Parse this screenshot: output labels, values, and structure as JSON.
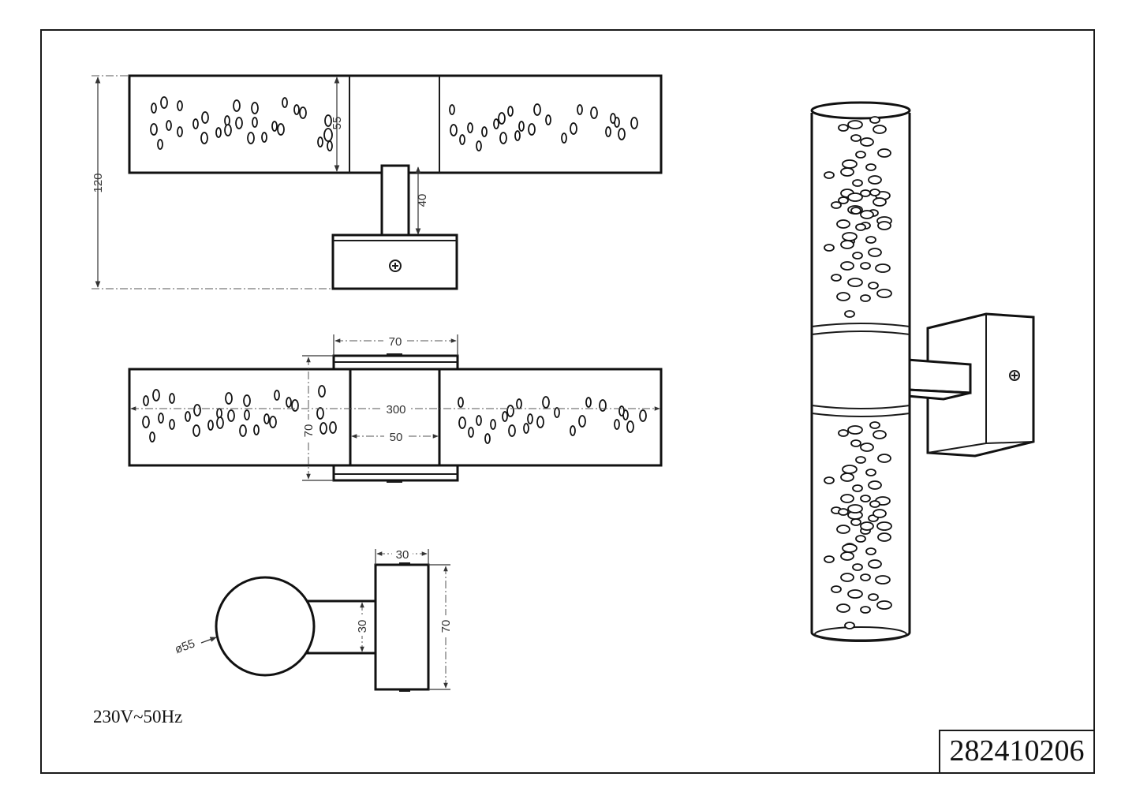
{
  "drawing": {
    "voltage_note": "230V~50Hz",
    "article_number": "282410206"
  },
  "dimensions": {
    "height_total": "120",
    "shade_diameter_front": "55",
    "arm_length": "40",
    "base_width_top": "70",
    "total_length": "300",
    "center_width": "50",
    "base_height_top": "70",
    "base_depth_side": "30",
    "arm_height_side": "30",
    "base_height_side": "70",
    "shade_diameter_side": "ø55"
  },
  "icons": {
    "screw": "screw-icon"
  }
}
